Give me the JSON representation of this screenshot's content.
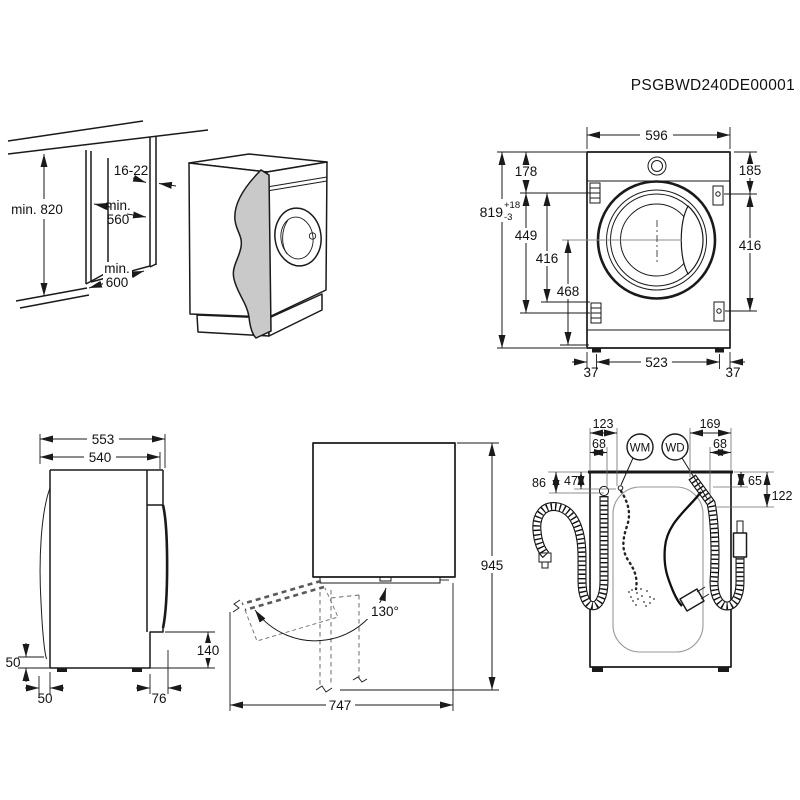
{
  "header": {
    "code": "PSGBWD240DE00001"
  },
  "installation_view": {
    "min_height": "min. 820",
    "panel_thickness": "16-22",
    "min_width_line1": "min.",
    "min_width_line2": "560",
    "min_depth_line1": "min.",
    "min_depth_line2": "600"
  },
  "front_view": {
    "width": "596",
    "height": "819",
    "height_tol_plus": "+18",
    "height_tol_minus": "-3",
    "top_to_hinge": "178",
    "hinge_span": "449",
    "hinge_hole_span": "416",
    "center_to_bottom": "468",
    "top_to_bracket": "185",
    "bracket_span": "416",
    "edge_to_foot_left": "37",
    "foot_span": "523",
    "edge_to_foot_right": "37"
  },
  "side_view": {
    "depth_with_door": "553",
    "depth_body": "540",
    "rear_clearance_height": "50",
    "rear_clearance_depth": "50",
    "door_protrusion": "76",
    "recess_height": "140"
  },
  "top_view": {
    "door_angle": "130°",
    "depth_door_open": "945",
    "swing_clearance": "747"
  },
  "rear_view": {
    "wm_label": "WM",
    "wd_label": "WD",
    "wm_from_left": "123",
    "drain_from_left": "68",
    "wd_from_right": "169",
    "hose_from_right": "68",
    "drain_from_top": "86",
    "wm_from_top": "47",
    "hose_from_top": "65",
    "wd_from_top": "122"
  }
}
